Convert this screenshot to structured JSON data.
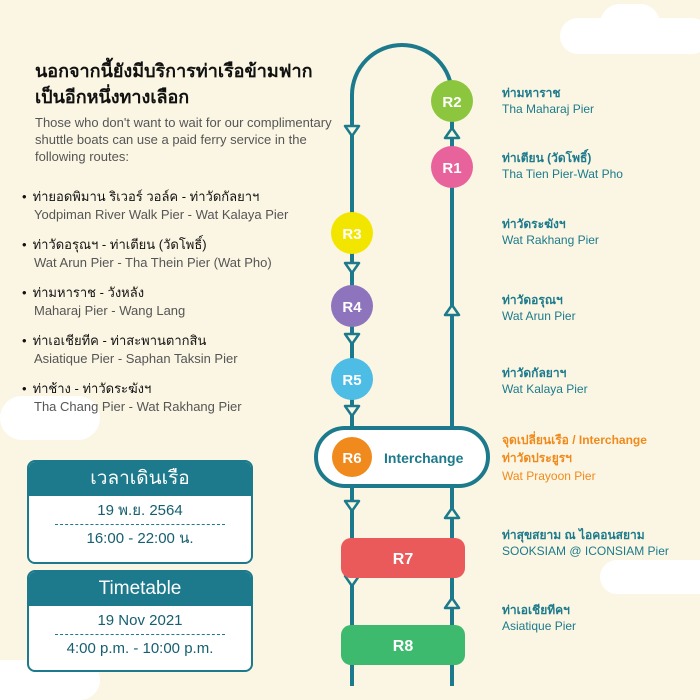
{
  "heading": {
    "line1": "นอกจากนี้ยังมีบริการท่าเรือข้ามฟาก",
    "line2": "เป็นอีกหนึ่งทางเลือก"
  },
  "intro": "Those who don't want to wait for our complimentary shuttle boats can use a paid ferry service in the following routes:",
  "routes": [
    {
      "th": "ท่ายอดพิมาน ริเวอร์ วอล์ค - ท่าวัดกัลยาฯ",
      "en": "Yodpiman River Walk Pier - Wat Kalaya Pier"
    },
    {
      "th": "ท่าวัดอรุณฯ - ท่าเตียน (วัดโพธิ์)",
      "en": "Wat Arun Pier - Tha Thein Pier (Wat Pho)"
    },
    {
      "th": "ท่ามหาราช - วังหลัง",
      "en": "Maharaj Pier - Wang Lang"
    },
    {
      "th": "ท่าเอเชียทีค - ท่าสะพานตากสิน",
      "en": "Asiatique Pier - Saphan Taksin Pier"
    },
    {
      "th": "ท่าช้าง - ท่าวัดระฆังฯ",
      "en": "Tha Chang Pier - Wat Rakhang Pier"
    }
  ],
  "timetable_th": {
    "title": "เวลาเดินเรือ",
    "date": "19 พ.ย. 2564",
    "time": "16:00 - 22:00 น."
  },
  "timetable_en": {
    "title": "Timetable",
    "date": "19 Nov  2021",
    "time": "4:00 p.m. - 10:00 p.m."
  },
  "stations": [
    {
      "code": "R2",
      "color": "#8cc63f",
      "shape": "circle",
      "th": "ท่ามหาราช",
      "en": "Tha Maharaj Pier"
    },
    {
      "code": "R1",
      "color": "#e8629b",
      "shape": "circle",
      "th": "ท่าเตียน (วัดโพธิ์)",
      "en": "Tha Tien Pier-Wat Pho"
    },
    {
      "code": "R3",
      "color": "#f2e600",
      "shape": "circle",
      "th": "ท่าวัดระฆังฯ",
      "en": "Wat Rakhang Pier"
    },
    {
      "code": "R4",
      "color": "#8e74bd",
      "shape": "circle",
      "th": "ท่าวัดอรุณฯ",
      "en": "Wat Arun Pier"
    },
    {
      "code": "R5",
      "color": "#4ebde6",
      "shape": "circle",
      "th": "ท่าวัดกัลยาฯ",
      "en": "Wat Kalaya Pier"
    },
    {
      "code": "R6",
      "color": "#f08a1c",
      "shape": "interchange",
      "badge": "Interchange",
      "th": "จุดเปลี่ยนเรือ / Interchange",
      "th2": "ท่าวัดประยูรฯ",
      "en": "Wat Prayoon Pier"
    },
    {
      "code": "R7",
      "color": "#ea5a5a",
      "shape": "bar",
      "th": "ท่าสุขสยาม ณ ไอคอนสยาม",
      "en": "SOOKSIAM @ ICONSIAM Pier"
    },
    {
      "code": "R8",
      "color": "#3dba6e",
      "shape": "bar",
      "th": "ท่าเอเชียทีคฯ",
      "en": "Asiatique Pier"
    }
  ],
  "colors": {
    "line": "#1c7a8c",
    "accent_orange": "#f08a1c",
    "background": "#fbf6e3"
  }
}
